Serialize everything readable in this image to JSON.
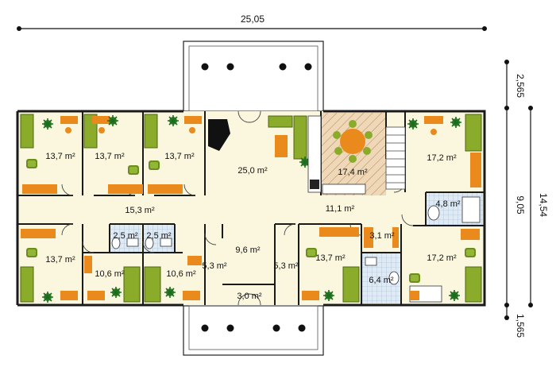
{
  "dimensions": {
    "top_total": "25,05",
    "right_total": "14,54",
    "right_upper": "2,565",
    "right_middle": "9,05",
    "right_lower": "1,565"
  },
  "rooms": {
    "bedroom_top_1": "13,7 m²",
    "bedroom_top_2": "13,7 m²",
    "bedroom_top_3": "13,7 m²",
    "living": "25,0 m²",
    "kitchen_dining": "17,4 m²",
    "room_top_right": "17,2 m²",
    "bath_right": "4,8 m²",
    "hall_left": "15,3 m²",
    "hall_right": "11,1 m²",
    "wc_1": "2,5 m²",
    "wc_2": "2,5 m²",
    "bedroom_bottom_left": "13,7 m²",
    "room_bottom_1": "10,6 m²",
    "room_bottom_2": "10,6 m²",
    "storage_1": "5,3 m²",
    "corridor": "9,6 m²",
    "entry": "3,0 m²",
    "storage_2": "5,3 m²",
    "bedroom_bottom_right": "13,7 m²",
    "wc_3": "3,1 m²",
    "bath_2": "6,4 m²",
    "room_bottom_right": "17,2 m²"
  },
  "colors": {
    "floor": "#fbf7df",
    "wall": "#1a1a1a",
    "bed": "#8bab2a",
    "furniture": "#ea8a1c",
    "tile": "#cfe0ef",
    "kitchen_floor": "#e6c9a4"
  }
}
